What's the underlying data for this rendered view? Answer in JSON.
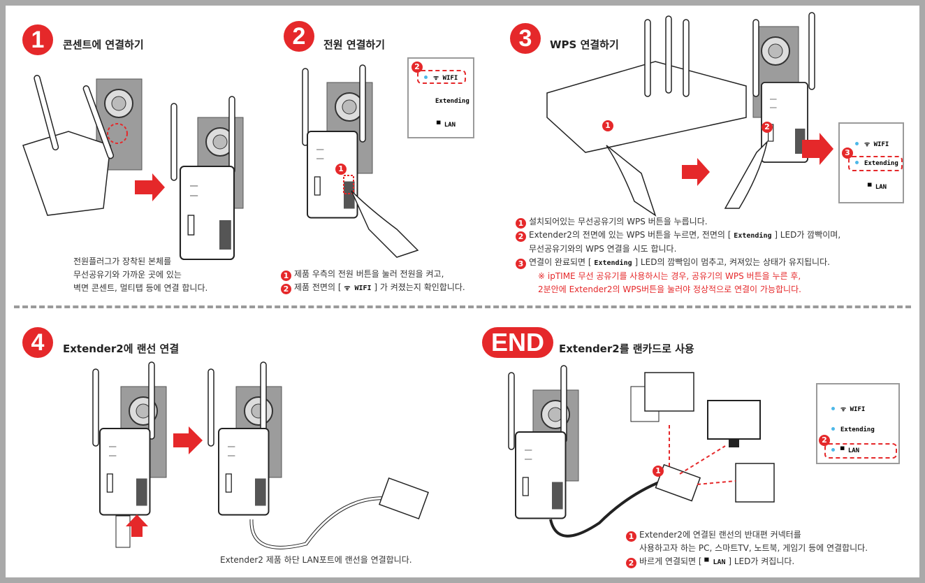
{
  "step1": {
    "number": "1",
    "title": "콘센트에 연결하기",
    "desc": [
      "전원플러그가 장착된 본체를",
      "무선공유기와 가까운 곳에 있는",
      "벽면 콘센트, 멀티탭 등에 연결 합니다."
    ]
  },
  "step2": {
    "number": "2",
    "title": "전원 연결하기",
    "lines": [
      {
        "badge": "1",
        "text": "제품 우측의 전원 버튼을 눌러 전원을 켜고,"
      },
      {
        "badge": "2",
        "pre": "제품 전면의 [",
        "led": "ᯤ WIFI",
        "post": "] 가 켜졌는지 확인합니다."
      }
    ],
    "panel": {
      "badge": "2",
      "leds": [
        "WIFI",
        "Extending",
        "LAN"
      ]
    },
    "callout": "1"
  },
  "step3": {
    "number": "3",
    "title": "WPS 연결하기",
    "lines": [
      {
        "badge": "1",
        "text": "설치되어있는 무선공유기의 WPS 버튼을 누릅니다."
      },
      {
        "badge": "2",
        "pre": "Extender2의 전면에 있는 WPS 버튼을 누르면, 전면의 [",
        "led": "Extending",
        "post": "] LED가 깜빡이며,",
        "cont": "무선공유기와의 WPS 연결을 시도 합니다."
      },
      {
        "badge": "3",
        "pre": "연결이 완료되면 [",
        "led": "Extending",
        "post": "] LED의 깜빡임이 멈추고, 켜져있는 상태가 유지됩니다."
      }
    ],
    "note": [
      "※ ipTIME 무선 공유기를 사용하시는 경우, 공유기의 WPS 버튼을 누른 후,",
      "2분안에 Extender2의 WPS버튼을 눌러야 정상적으로 연결이 가능합니다."
    ],
    "panel": {
      "badge": "3",
      "leds": [
        "WIFI",
        "Extending",
        "LAN"
      ]
    },
    "callouts": [
      "1",
      "2"
    ]
  },
  "step4": {
    "number": "4",
    "title": "Extender2에 랜선 연결",
    "desc": "Extender2 제품 하단 LAN포트에 랜선을 연결합니다."
  },
  "end": {
    "number": "END",
    "title": "Extender2를 랜카드로 사용",
    "lines": [
      {
        "badge": "1",
        "text": "Extender2에 연결된 랜선의 반대편 커넥터를",
        "cont": "사용하고자 하는 PC, 스마트TV, 노트북, 게임기 등에 연결합니다."
      },
      {
        "badge": "2",
        "pre": "바르게 연결되면 [",
        "led": "▀ LAN",
        "post": "] LED가 켜집니다."
      }
    ],
    "panel": {
      "badge": "2",
      "leds": [
        "WIFI",
        "Extending",
        "LAN"
      ]
    },
    "callout": "1"
  },
  "colors": {
    "accent": "#e5282a",
    "led": "#4db8e8",
    "frame": "#a9a9a9"
  }
}
